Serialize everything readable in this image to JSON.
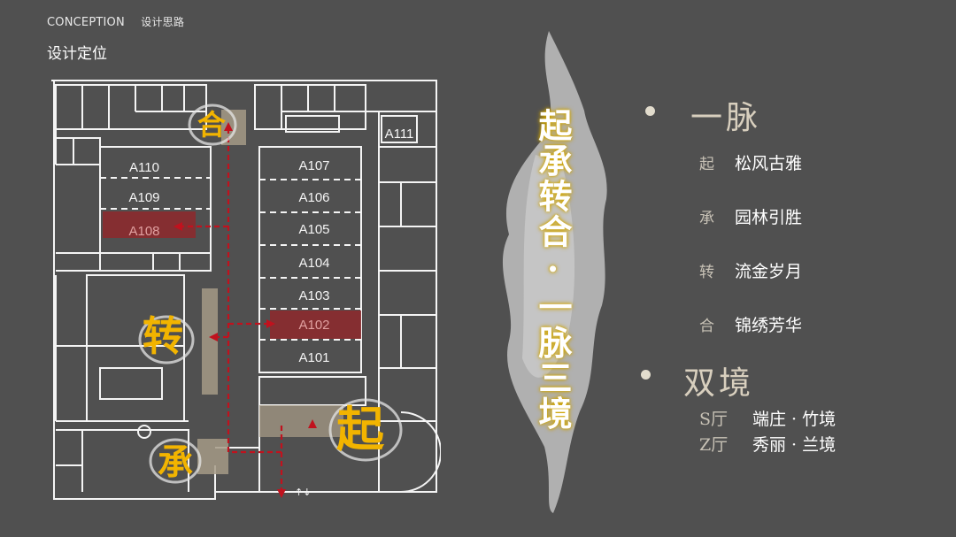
{
  "header": {
    "en": "CONCEPTION",
    "cn": "设计思路"
  },
  "subtitle": "设计定位",
  "plan": {
    "rooms_left": [
      "A110",
      "A109",
      "A108"
    ],
    "rooms_right": [
      "A107",
      "A106",
      "A105",
      "A104",
      "A103",
      "A102",
      "A101"
    ],
    "room_corner": "A111",
    "flow_marks": [
      "合",
      "转",
      "承",
      "起"
    ]
  },
  "vertical_title": {
    "line1": "起承转合",
    "sep": "·",
    "line2": "一脉三境"
  },
  "section1": {
    "title": "一脉",
    "items": [
      {
        "key": "起",
        "text": "松风古雅"
      },
      {
        "key": "承",
        "text": "园林引胜"
      },
      {
        "key": "转",
        "text": "流金岁月"
      },
      {
        "key": "合",
        "text": "锦绣芳华"
      }
    ]
  },
  "section2": {
    "title": "双境",
    "items": [
      {
        "key": "S厅",
        "text": "端庄 · 竹境"
      },
      {
        "key": "Z厅",
        "text": "秀丽 · 兰境"
      }
    ]
  },
  "colors": {
    "background": "#505050",
    "accent_gold": "#f2b400",
    "flow_red": "#c0121e",
    "text_beige": "#d8cfbe"
  }
}
